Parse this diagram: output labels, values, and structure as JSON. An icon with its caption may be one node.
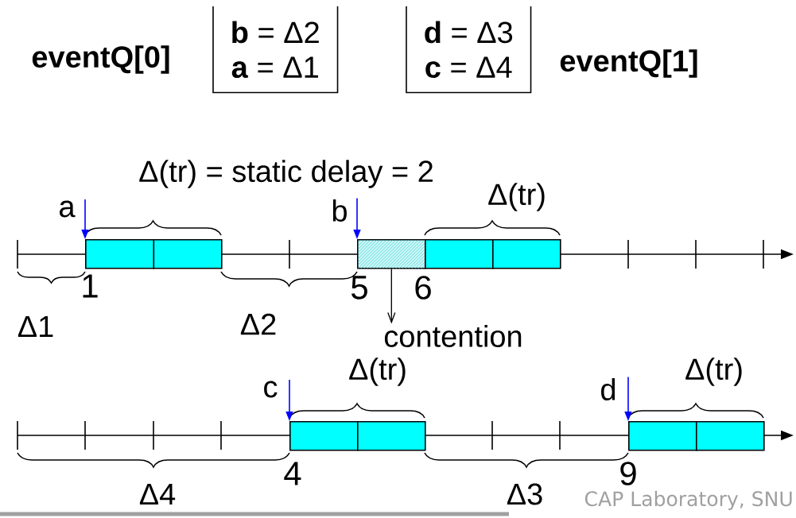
{
  "diagram": {
    "nodes": [
      {
        "text": [
          "eventQ[0]"
        ]
      },
      {
        "text": [
          "**b** = Δ2",
          "**a** = Δ1"
        ]
      },
      {
        "text": [
          "**d** = Δ3",
          "**c** = Δ4"
        ]
      },
      {
        "text": [
          "eventQ[1]"
        ]
      },
      {
        "text": [
          "a"
        ]
      },
      {
        "text": [
          "b"
        ]
      },
      {
        "text": [],
        "shape": "box"
      },
      {
        "text": [],
        "shape": "box"
      },
      {
        "text": [],
        "shape": "box"
      },
      {
        "text": [
          "contention"
        ]
      },
      {
        "text": [
          "c"
        ]
      },
      {
        "text": [
          "d"
        ]
      },
      {
        "text": [],
        "shape": "box"
      },
      {
        "text": [],
        "shape": "box"
      }
    ],
    "edges": [
      {
        "from": 4,
        "to": 6,
        "arrow": "to",
        "color": "#0000ff"
      },
      {
        "from": 5,
        "to": 7,
        "arrow": "to",
        "color": "#0000ff"
      },
      {
        "from": 7,
        "to": 9,
        "arrow": "to",
        "color": "#000000"
      },
      {
        "from": 10,
        "to": 12,
        "arrow": "to",
        "color": "#0000ff"
      },
      {
        "from": 11,
        "to": 13,
        "arrow": "to",
        "color": "#0000ff"
      }
    ],
    "labels": [
      "Δ(tr) = static delay = 2",
      "Δ(tr)",
      "1",
      "5",
      "6",
      "Δ1",
      "Δ2",
      "Δ(tr)",
      "Δ(tr)",
      "4",
      "9",
      "Δ4",
      "Δ3",
      "CAP Laboratory, SNU"
    ]
  }
}
